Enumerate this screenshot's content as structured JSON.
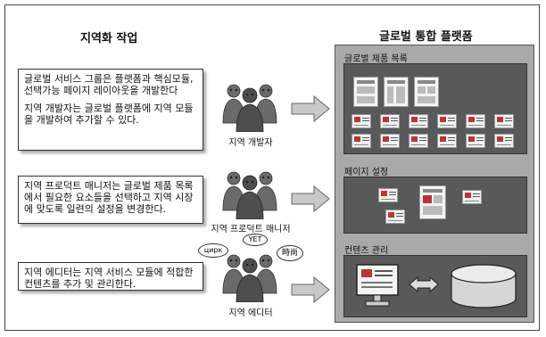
{
  "left_title": "지역화 작업",
  "right_title": "글로벌 통합 플랫폼",
  "notes": {
    "n1_p1": "글로벌 서비스 그룹은 플랫폼과 핵심모듈, 선택가능 페이지 레이아웃을 개발한다",
    "n1_p2": "지역 개발자는 글로벌 플랫폼에 지역 모듈을 개발하여 추가할 수 있다.",
    "n2": "지역 프로덕트 매니저는 글로벌 제품 목록에서 필요한 요소들을 선택하고 지역 시장에 맞도록 일련의 설정을 변경한다.",
    "n3": "지역 에디터는 지역 서비스 모듈에 적합한 컨텐츠를 추가 및 관리한다."
  },
  "roles": {
    "developer": "지역 개발자",
    "product_manager": "지역 프로덕트 매니저",
    "editor": "지역 에디터"
  },
  "bubbles": [
    "цирк",
    "YET",
    "時尚"
  ],
  "sections": {
    "catalog": "글로벌 제품 목록",
    "page_settings": "페이지 설정",
    "content": "컨텐츠 관리"
  },
  "colors": {
    "platform_bg": "#a9a9a9",
    "panel_bg": "#595959",
    "person": "#5a5a5a",
    "arrow": "#c8c8c8"
  }
}
